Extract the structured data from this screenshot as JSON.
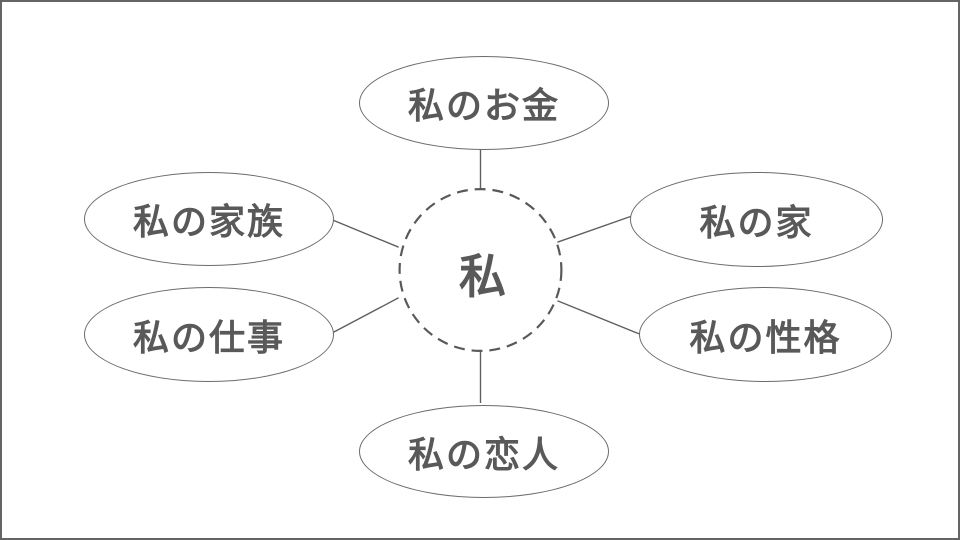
{
  "diagram": {
    "type": "mindmap",
    "center": {
      "label": "私"
    },
    "nodes": [
      {
        "label": "私のお金",
        "position": "top"
      },
      {
        "label": "私の家族",
        "position": "upper-left"
      },
      {
        "label": "私の家",
        "position": "upper-right"
      },
      {
        "label": "私の仕事",
        "position": "lower-left"
      },
      {
        "label": "私の性格",
        "position": "lower-right"
      },
      {
        "label": "私の恋人",
        "position": "bottom"
      }
    ],
    "colors": {
      "text": "#595959",
      "shape_stroke": "#6b6b6b",
      "connector": "#5f5f5f",
      "frame_border": "#646464",
      "background": "#ffffff"
    }
  }
}
